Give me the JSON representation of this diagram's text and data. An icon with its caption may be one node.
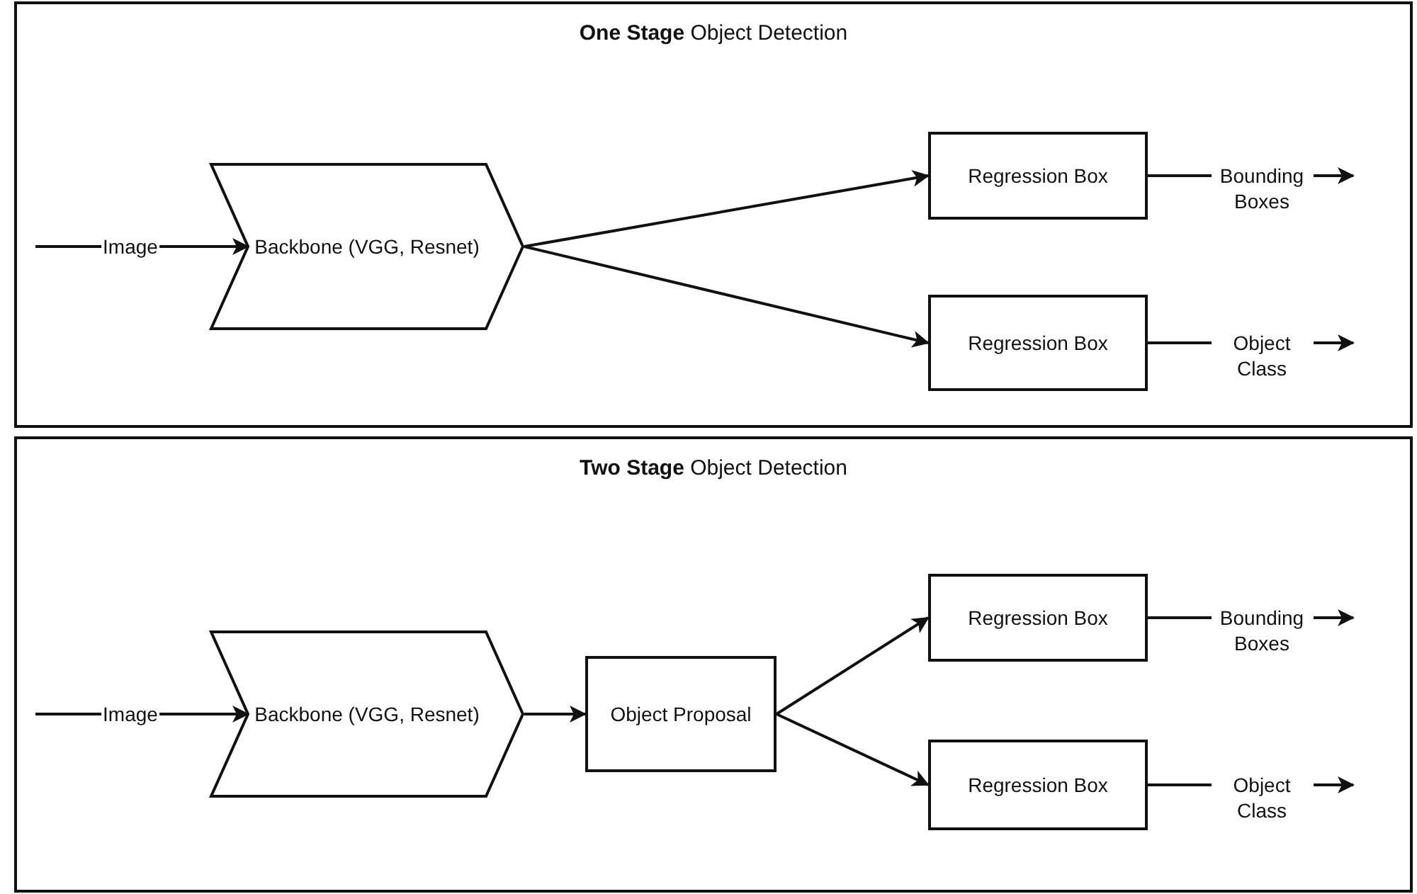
{
  "diagram": {
    "nodes": [
      {
        "text": [
          "**One Stage** Object Detection"
        ]
      },
      {
        "text": [
          "Backbone (VGG, Resnet)"
        ],
        "in": 0
      },
      {
        "text": [
          "Regression Box"
        ],
        "in": 0
      },
      {
        "text": [
          "Regression Box"
        ],
        "in": 0
      },
      {
        "text": [
          "**Two Stage** Object Detection"
        ]
      },
      {
        "text": [
          "Backbone (VGG, Resnet)"
        ],
        "in": 4
      },
      {
        "text": [
          "Object Proposal"
        ],
        "in": 4
      },
      {
        "text": [
          "Regression Box"
        ],
        "in": 4
      },
      {
        "text": [
          "Regression Box"
        ],
        "in": 4
      }
    ],
    "edges": [
      {
        "from": null,
        "to": 1,
        "arrow": "to",
        "label": "Image"
      },
      {
        "from": 1,
        "to": 2,
        "arrow": "to"
      },
      {
        "from": 1,
        "to": 3,
        "arrow": "to"
      },
      {
        "from": 2,
        "to": null,
        "arrow": "to",
        "label": "Bounding Boxes"
      },
      {
        "from": 3,
        "to": null,
        "arrow": "to",
        "label": "Object Class"
      },
      {
        "from": null,
        "to": 5,
        "arrow": "to",
        "label": "Image"
      },
      {
        "from": 5,
        "to": 6,
        "arrow": "to"
      },
      {
        "from": 6,
        "to": 7,
        "arrow": "to"
      },
      {
        "from": 6,
        "to": 8,
        "arrow": "to"
      },
      {
        "from": 7,
        "to": null,
        "arrow": "to",
        "label": "Bounding Boxes"
      },
      {
        "from": 8,
        "to": null,
        "arrow": "to",
        "label": "Object Class"
      }
    ]
  }
}
